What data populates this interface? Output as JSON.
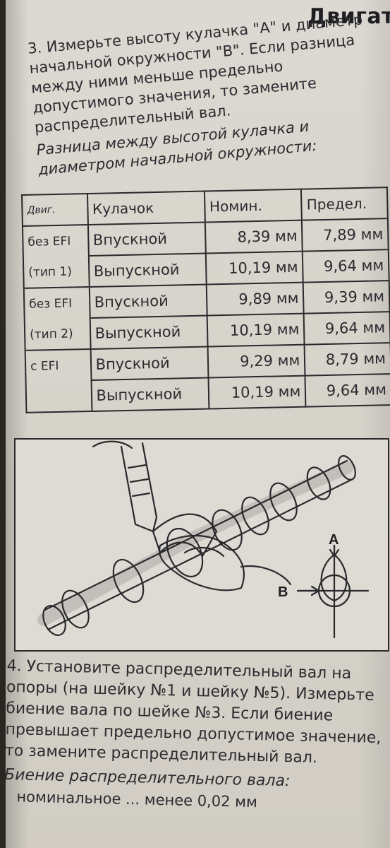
{
  "header": {
    "title": "Двигат"
  },
  "step3": {
    "text": "3. Измерьте высоту кулачка \"А\" и диаметр начальной окружности \"В\". Если разница между ними меньше предельно допустимого значения, то замените распределительный вал.",
    "caption": "Разница между высотой кулачка и диаметром начальной окружности:"
  },
  "table": {
    "headers": {
      "engine": "Двиг.",
      "cam": "Кулачок",
      "nominal": "Номин.",
      "limit": "Предел."
    },
    "rows": [
      {
        "engine": "без EFI",
        "cam": "Впускной",
        "nominal": "8,39 мм",
        "limit": "7,89 мм"
      },
      {
        "engine": "(тип 1)",
        "cam": "Выпускной",
        "nominal": "10,19 мм",
        "limit": "9,64 мм"
      },
      {
        "engine": "без EFI",
        "cam": "Впускной",
        "nominal": "9,89 мм",
        "limit": "9,39 мм"
      },
      {
        "engine": "(тип 2)",
        "cam": "Выпускной",
        "nominal": "10,19 мм",
        "limit": "9,64 мм"
      },
      {
        "engine": "с EFI",
        "cam": "Впускной",
        "nominal": "9,29 мм",
        "limit": "8,79 мм"
      },
      {
        "engine": "",
        "cam": "Выпускной",
        "nominal": "10,19 мм",
        "limit": "9,64 мм"
      }
    ]
  },
  "figure": {
    "label_a": "A",
    "label_b": "B"
  },
  "step4": {
    "text": "4. Установите распределительный вал на опоры (на шейку №1 и шейку №5). Измерьте биение вала по шейке №3. Если биение превышает предельно допустимое значение, то замените распределительный вал.",
    "caption": "Биение распределительного вала:",
    "nominal_line": "номинальное ... менее 0,02 мм"
  },
  "colors": {
    "paper": "#d7d4cc",
    "ink": "#2c2b2f",
    "line": "#2a292c"
  }
}
